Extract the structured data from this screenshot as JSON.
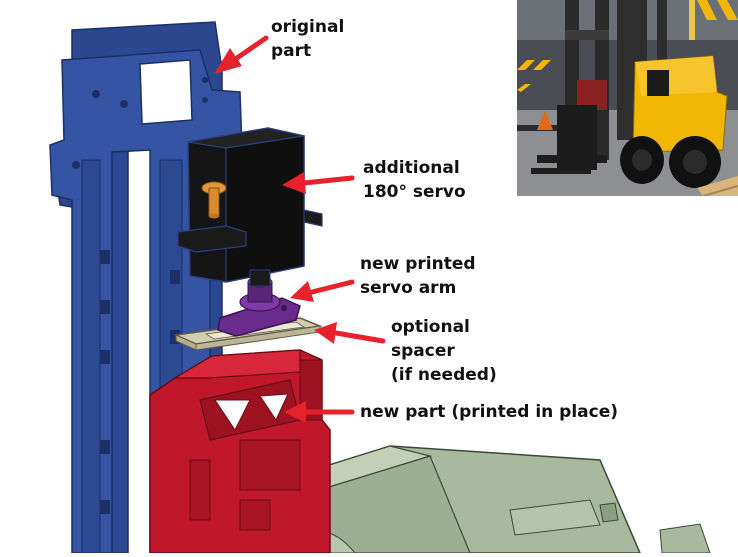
{
  "labels": {
    "original_part": "original\npart",
    "servo": "additional\n180° servo",
    "servo_arm": "new printed\nservo arm",
    "spacer": "optional\nspacer\n(if needed)",
    "new_part": "new part (printed in place)"
  },
  "colors": {
    "mast_blue": "#2f4d98",
    "servo_black": "#161616",
    "servo_screw": "#d98a2c",
    "arm_purple": "#6a2c8c",
    "spacer_beige": "#cfc8a8",
    "new_part_red": "#c11722",
    "body_green": "#a7b79c",
    "arrow_red": "#e8222c",
    "forklift_yellow": "#f2b705"
  },
  "icons": {
    "inset_photo": "forklift-render-photo"
  }
}
